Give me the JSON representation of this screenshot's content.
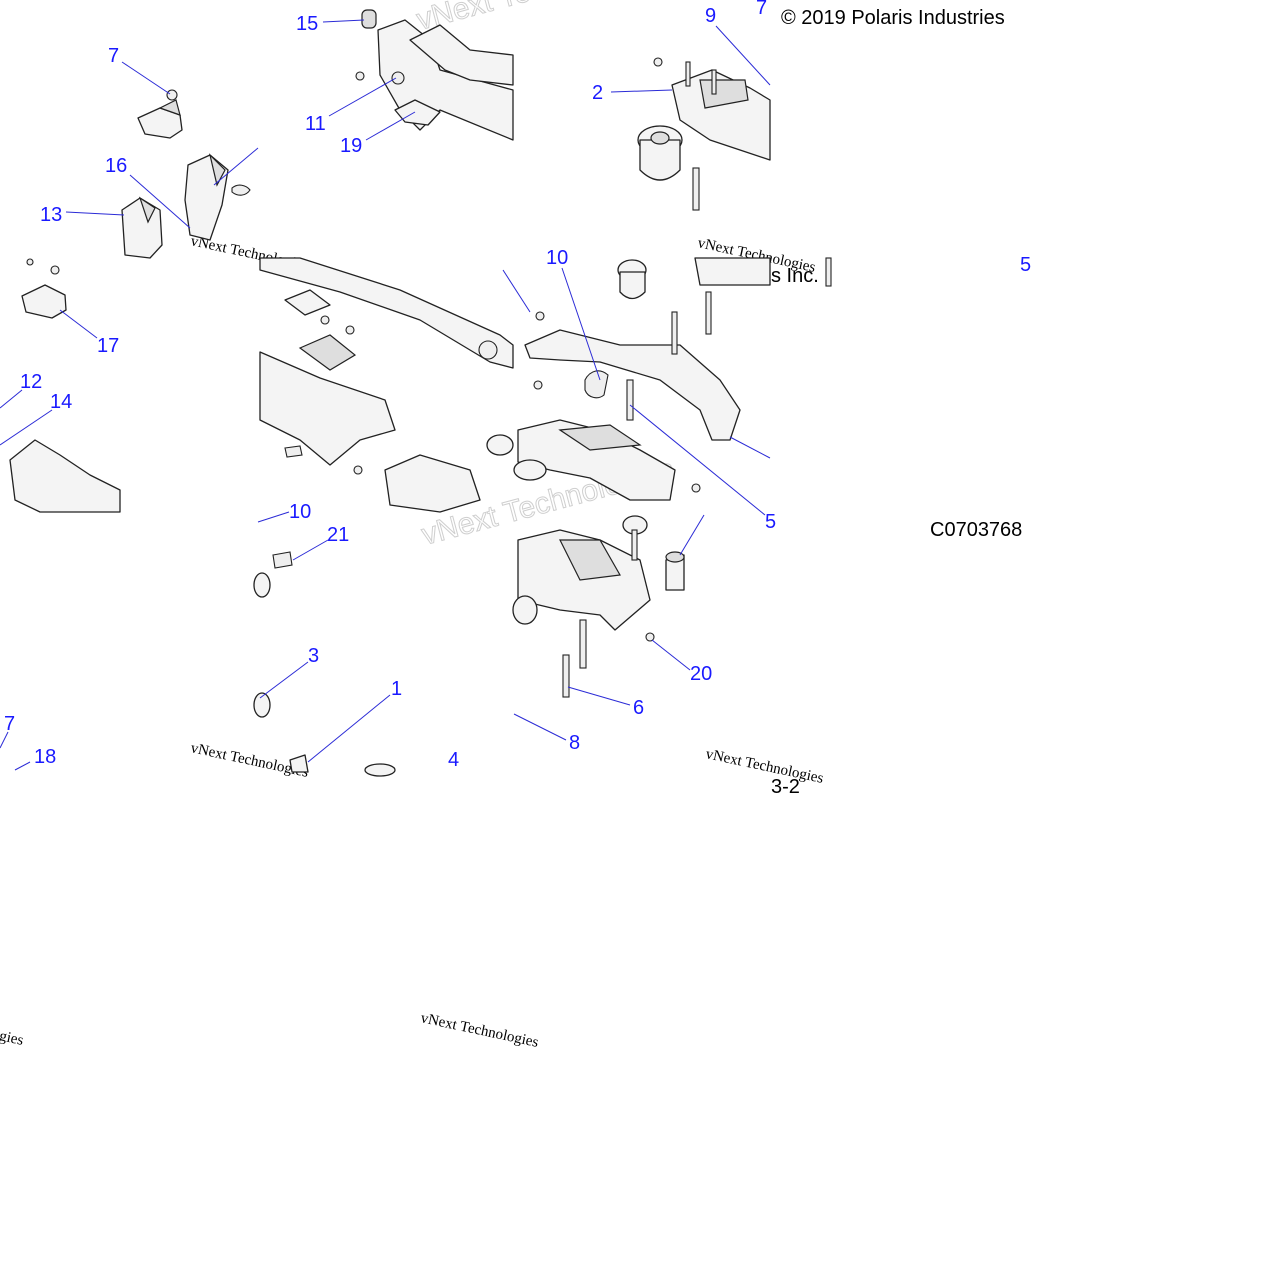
{
  "copyright": "© 2019 Polaris Industries",
  "copyright_tail": "s Inc.",
  "figure_code": "C0703768",
  "page_ref_tail": "3-2",
  "watermark": {
    "line1": "vNext Technologies",
    "stamp": "vNext Technologies"
  },
  "callouts": [
    {
      "id": "c7a",
      "label": "7"
    },
    {
      "id": "c15",
      "label": "15"
    },
    {
      "id": "c11",
      "label": "11"
    },
    {
      "id": "c19",
      "label": "19"
    },
    {
      "id": "c16",
      "label": "16"
    },
    {
      "id": "c13",
      "label": "13"
    },
    {
      "id": "c9",
      "label": "9"
    },
    {
      "id": "c7b",
      "label": "7"
    },
    {
      "id": "c2",
      "label": "2"
    },
    {
      "id": "c17a",
      "label": "17"
    },
    {
      "id": "c12",
      "label": "12"
    },
    {
      "id": "c14",
      "label": "14"
    },
    {
      "id": "c10a",
      "label": "10"
    },
    {
      "id": "c10b",
      "label": "10"
    },
    {
      "id": "c5a",
      "label": "5"
    },
    {
      "id": "c5b",
      "label": "5"
    },
    {
      "id": "c21",
      "label": "21"
    },
    {
      "id": "c3",
      "label": "3"
    },
    {
      "id": "c1",
      "label": "1"
    },
    {
      "id": "c4",
      "label": "4"
    },
    {
      "id": "c17b",
      "label": "7"
    },
    {
      "id": "c18",
      "label": "18"
    },
    {
      "id": "c20",
      "label": "20"
    },
    {
      "id": "c6",
      "label": "6"
    },
    {
      "id": "c8",
      "label": "8"
    }
  ]
}
